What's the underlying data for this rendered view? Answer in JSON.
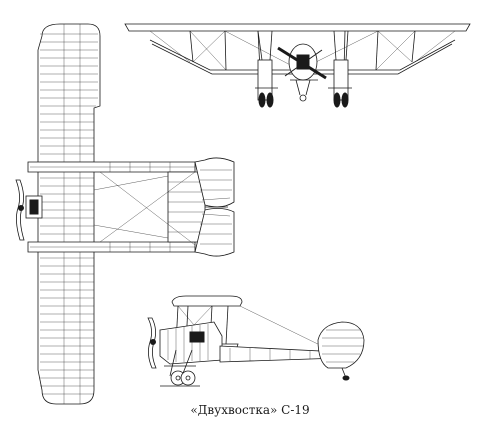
{
  "caption": "«Двухвостка» С-19",
  "views": {
    "front": "front-view",
    "top": "top-view",
    "side": "side-view"
  }
}
